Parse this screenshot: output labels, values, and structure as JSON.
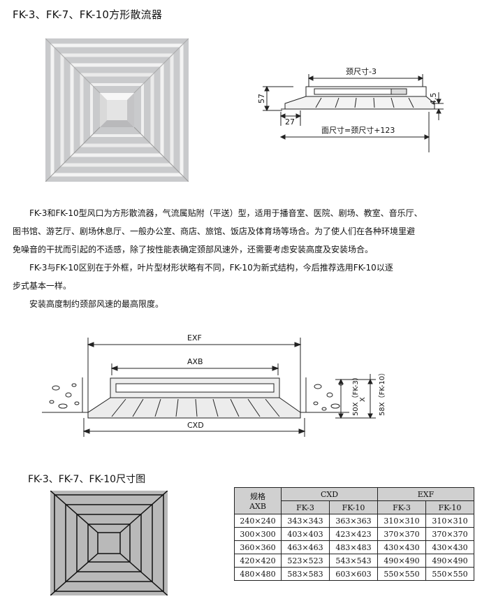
{
  "title": "FK-3、FK-7、FK-10方形散流器",
  "top_diagram": {
    "neck": "颈尺寸-3",
    "h57": "57",
    "h45": "4.5",
    "w27": "27",
    "face": "面尺寸=颈尺寸+123"
  },
  "paragraphs": [
    "FK-3和FK-10型风口为方形散流器，气流属贴附（平送）型，适用于播音室、医院、剧场、教室、音乐厅、",
    "图书馆、游艺厅、剧场休息厅、一般办公室、商店、旅馆、饭店及体育场等场合。为了使人们在各种环境里避",
    "免噪音的干扰而引起的不适感，除了按性能表确定颈部风速外，还需要考虑安装高度及安装场合。",
    "FK-3与FK-10区别在于外框，叶片型材形状略有不同，FK-10为新式结构，今后推荐选用FK-10以逐",
    "步式基本一样。",
    "安装高度制约颈部风速的最高限度。"
  ],
  "mid_diagram": {
    "exf": "EXF",
    "axb": "AXB",
    "cxd": "CXD",
    "fk3": "50X（FK-3）",
    "x": "X",
    "fk10": "58X（FK-10）"
  },
  "subtitle": "FK-3、FK-7、FK-10尺寸图",
  "table": {
    "spec_label_1": "规格",
    "spec_label_2": "AXB",
    "group_cxd": "CXD",
    "group_exf": "EXF",
    "sub": [
      "FK-3",
      "FK-10",
      "FK-3",
      "FK-10"
    ],
    "rows": [
      [
        "240×240",
        "343×343",
        "363×363",
        "310×310",
        "310×310"
      ],
      [
        "300×300",
        "403×403",
        "423×423",
        "370×370",
        "370×370"
      ],
      [
        "360×360",
        "463×463",
        "483×483",
        "430×430",
        "430×430"
      ],
      [
        "420×420",
        "523×523",
        "543×543",
        "490×490",
        "490×490"
      ],
      [
        "480×480",
        "583×583",
        "603×603",
        "550×550",
        "550×550"
      ]
    ]
  }
}
